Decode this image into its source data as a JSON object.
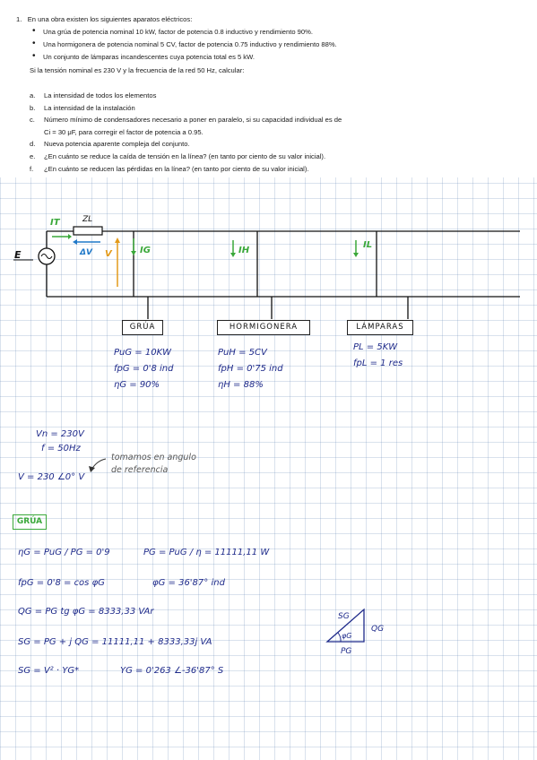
{
  "statement": {
    "number": "1.",
    "intro": "En una obra existen los siguientes aparatos eléctricos:",
    "bullets": [
      "Una grúa de potencia nominal 10 kW, factor de potencia 0.8 inductivo y rendimiento 90%.",
      "Una hormigonera de potencia nominal 5 CV, factor de potencia 0.75 inductivo y rendimiento 88%.",
      "Un conjunto de lámparas incandescentes cuya potencia total es 5 kW."
    ],
    "condition": "Si la tensión nominal es 230 V y la frecuencia de la red 50 Hz, calcular:",
    "items": [
      {
        "letter": "a.",
        "text": "La intensidad de todos los elementos"
      },
      {
        "letter": "b.",
        "text": "La intensidad de la instalación"
      },
      {
        "letter": "c.",
        "text": "Número mínimo de condensadores necesario a poner en paralelo, si su capacidad individual es de"
      },
      {
        "letter": "",
        "text": "Ci = 30 μF, para corregir el factor de potencia a 0.95."
      },
      {
        "letter": "d.",
        "text": "Nueva potencia aparente compleja del conjunto."
      },
      {
        "letter": "e.",
        "text": "¿En cuánto se reduce la caída de tensión en la línea? (en tanto por ciento de su valor inicial)."
      },
      {
        "letter": "f.",
        "text": "¿En cuánto se reducen las pérdidas en la línea? (en tanto por ciento de su valor inicial)."
      }
    ]
  },
  "circuit": {
    "source_label": "E",
    "current_total": "IT",
    "line_impedance": "ZL",
    "voltage_drop": "ΔV",
    "voltage": "V",
    "current_grua": "IG",
    "current_horm": "IH",
    "current_lamp": "IL",
    "loads": [
      {
        "name": "GRÚA",
        "lines": [
          "PuG = 10KW",
          "fpG = 0'8 ind",
          "ηG = 90%"
        ]
      },
      {
        "name": "HORMIGONERA",
        "lines": [
          "PuH = 5CV",
          "fpH = 0'75 ind",
          "ηH = 88%"
        ]
      },
      {
        "name": "LÁMPARAS",
        "lines": [
          "PL = 5KW",
          "fpL = 1 res"
        ]
      }
    ]
  },
  "given": {
    "vn": "Vn = 230V",
    "f": "f = 50Hz",
    "v_phasor": "V = 230 ∠0° V",
    "note_line1": "tomamos en angulo",
    "note_line2": "de referencia"
  },
  "grua_section": {
    "heading": "GRÚA",
    "eq1_left": "ηG = PuG / PG = 0'9",
    "eq1_right": "PG = PuG / η = 11111,11 W",
    "eq2_left": "fpG = 0'8 = cos φG",
    "eq2_right": "φG = 36'87° ind",
    "eq3": "QG = PG tg φG = 8333,33 VAr",
    "eq4": "SG = PG + j QG = 11111,11 + 8333,33j  VA",
    "eq5_left": "SG = V² · YG*",
    "eq5_right": "YG = 0'263 ∠-36'87° S",
    "triangle": {
      "hyp": "SG",
      "side": "QG",
      "base": "PG",
      "angle": "φG"
    }
  }
}
